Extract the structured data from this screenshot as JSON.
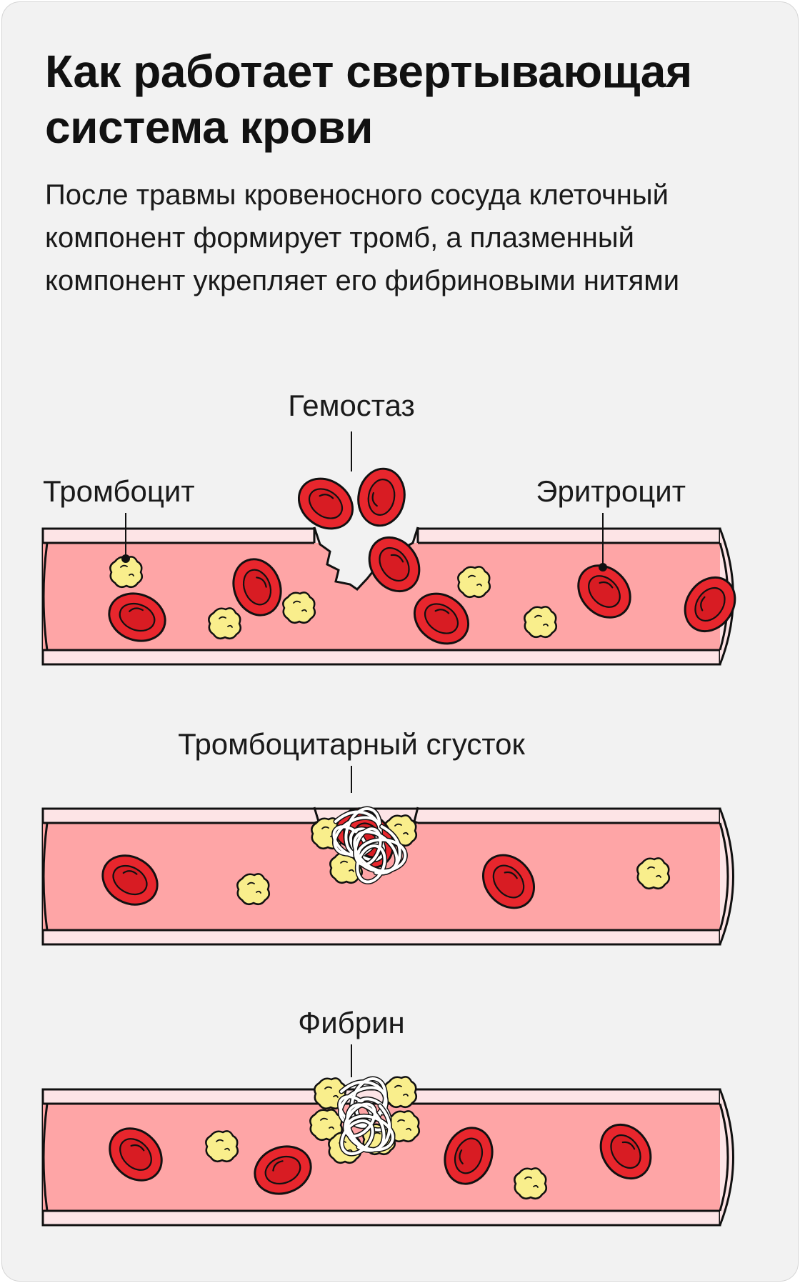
{
  "header": {
    "title": "Как работает свертывающая система крови",
    "subtitle": "После травмы кровеносного сосуда клеточный компонент формирует тромб, а плазменный компонент укрепляет его фибриновыми нитями"
  },
  "labels": {
    "hemostasis": "Гемостаз",
    "platelet": "Тромбоцит",
    "erythrocyte": "Эритроцит",
    "platelet_clot": "Тромбоцитарный сгусток",
    "fibrin": "Фибрин"
  },
  "colors": {
    "background": "#f2f2f2",
    "vessel_wall": "#fde4e6",
    "vessel_lumen": "#fea5a6",
    "red_cell": "#e8262d",
    "platelet": "#f9ee8c",
    "outline": "#111111"
  }
}
